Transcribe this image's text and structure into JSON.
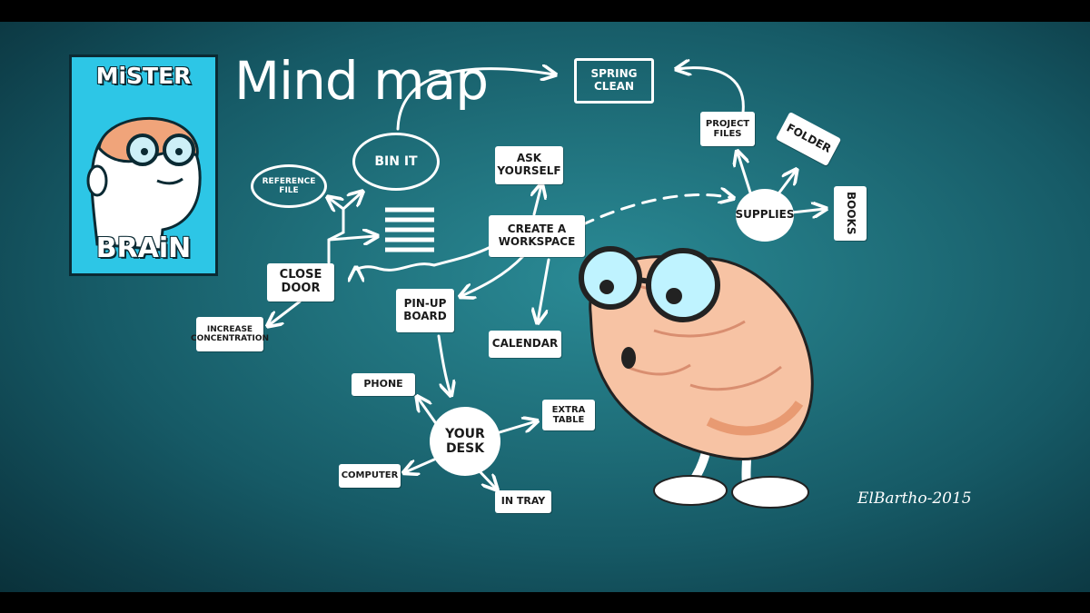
{
  "title": "Mind map",
  "poster": {
    "top_text": "MiSTER",
    "bottom_text": "BRAiN"
  },
  "signature": "ElBartho-2015",
  "nodes": {
    "spring_clean": "SPRiNG CLEAN",
    "bin_it": "BiN iT",
    "reference_file": "REFERENCE FiLE",
    "ask_yourself": "ASK YOURSELF",
    "create_workspace": "CREATE A WORKSPACE",
    "close_door": "CLOSE DOOR",
    "increase_concentration": "iNCREASE CONCENTRATiON",
    "pin_up_board": "PiN-UP BOARD",
    "calendar": "CALENDAR",
    "phone": "PHONE",
    "your_desk": "YOUR DESK",
    "extra_table": "EXTRA TABLE",
    "computer": "COMPUTER",
    "in_tray": "iN TRAY",
    "project_files": "PROJECT FiLES",
    "folder": "FOLDER",
    "supplies": "SUPPLiES",
    "books": "BOOKS"
  },
  "colors": {
    "board": "#1f6f7a",
    "ink": "#ffffff",
    "poster": "#2dc6e6",
    "brain": "#f7c3a4"
  }
}
